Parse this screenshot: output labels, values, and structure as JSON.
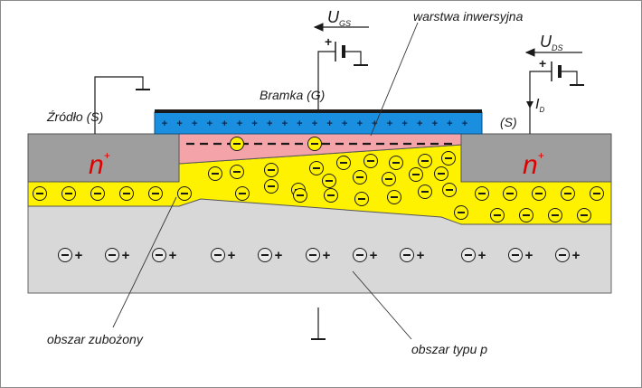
{
  "diagram": {
    "labels": {
      "ugs": "U",
      "ugs_sub": "GS",
      "uds": "U",
      "uds_sub": "DS",
      "id": "I",
      "id_sub": "D",
      "inversion_layer": "warstwa inwersyjna",
      "gate": "Bramka (G)",
      "source": "Źródło (S)",
      "drain": "(S)",
      "n_plus_base": "n",
      "n_plus_sup": "+",
      "depletion_region": "obszar zubożony",
      "p_region": "obszar typu p",
      "plus": "+",
      "minus": "−"
    },
    "colors": {
      "substrate": "#d8d8d8",
      "n_region": "#9e9e9e",
      "depletion": "#fff200",
      "inversion": "#f4a3a8",
      "gate_oxide": "#1a8fe0",
      "gate_metal": "#1a1a1a",
      "n_label": "#e00000",
      "outline": "#555555"
    }
  }
}
